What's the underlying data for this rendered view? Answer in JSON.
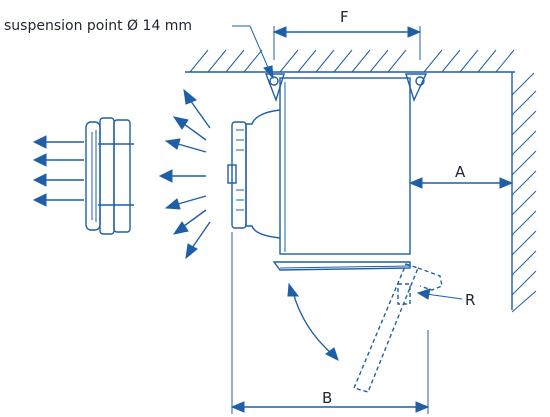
{
  "labels": {
    "suspension": "suspension point Ø 14 mm",
    "F": "F",
    "A": "A",
    "B": "B",
    "R": "R"
  },
  "colors": {
    "line": "#1f5fa8",
    "text": "#1f2530",
    "background": "#ffffff"
  }
}
